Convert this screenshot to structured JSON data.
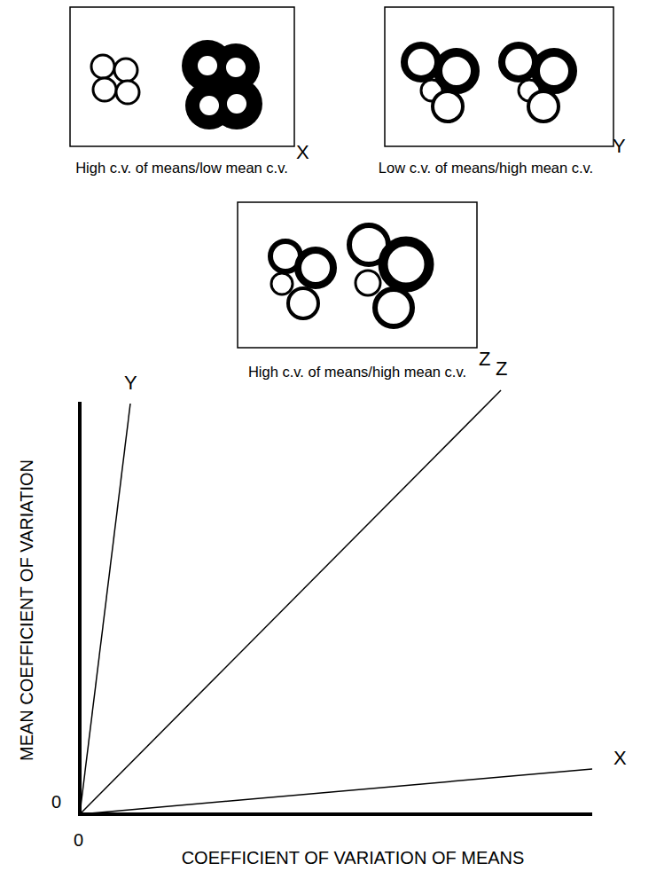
{
  "diagram": {
    "labels": [
      "X",
      "High c.v. of means/low mean c.v.",
      "Y",
      "Low c.v. of means/high mean c.v.",
      "Z",
      "High c.v. of means/high mean c.v.",
      "Y",
      "Z",
      "X",
      "0",
      "0",
      "MEAN COEFFICIENT OF VARIATION",
      "COEFFICIENT OF VARIATION OF MEANS"
    ]
  }
}
